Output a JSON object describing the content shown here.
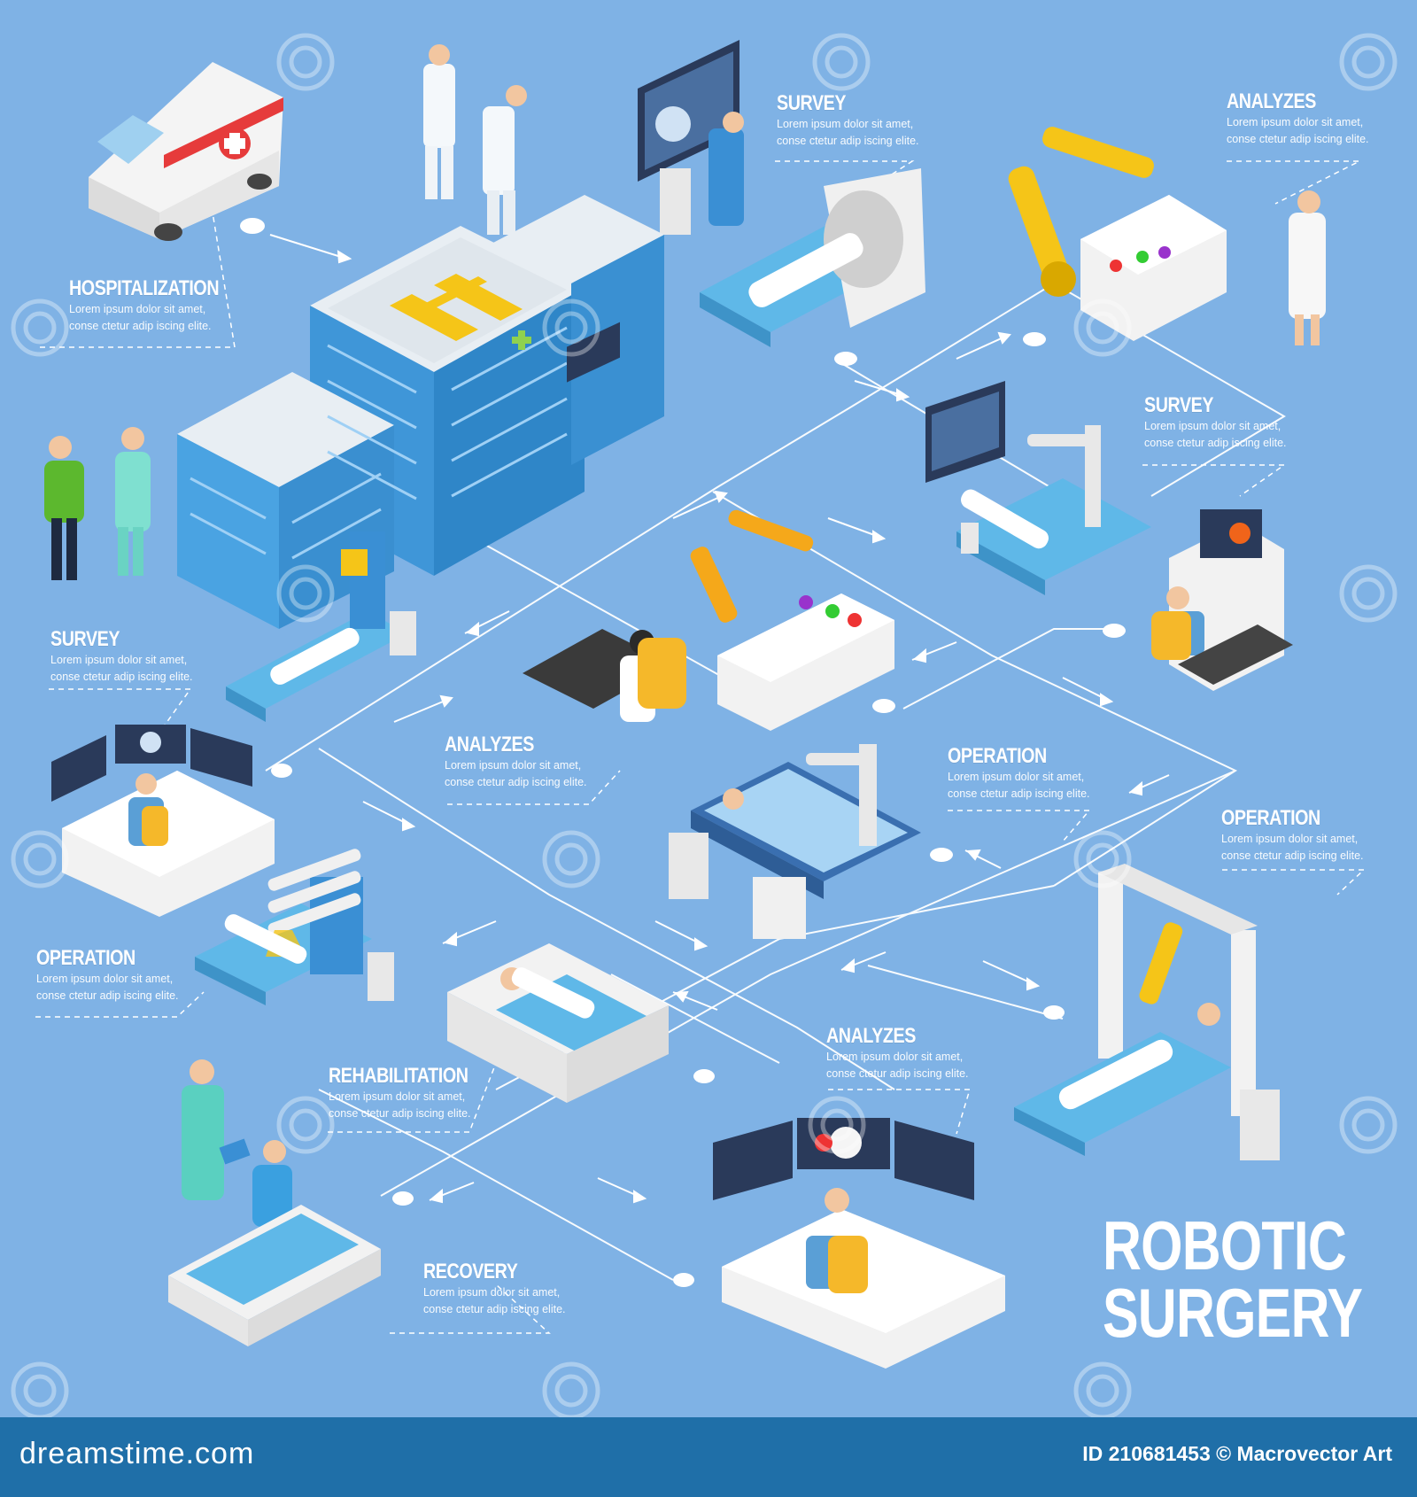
{
  "title": {
    "line1": "ROBOTIC",
    "line2": "SURGERY"
  },
  "steps": [
    {
      "id": "hospitalization",
      "title": "HOSPITALIZATION",
      "desc1": "Lorem ipsum dolor sit amet,",
      "desc2": "conse ctetur adip iscing elite."
    },
    {
      "id": "survey-top",
      "title": "SURVEY",
      "desc1": "Lorem ipsum dolor sit amet,",
      "desc2": "conse ctetur adip iscing elite."
    },
    {
      "id": "analyzes-top",
      "title": "ANALYZES",
      "desc1": "Lorem ipsum dolor sit amet,",
      "desc2": "conse ctetur adip iscing elite."
    },
    {
      "id": "survey-right",
      "title": "SURVEY",
      "desc1": "Lorem ipsum dolor sit amet,",
      "desc2": "conse ctetur adip iscing elite."
    },
    {
      "id": "survey-left",
      "title": "SURVEY",
      "desc1": "Lorem ipsum dolor sit amet,",
      "desc2": "conse ctetur adip iscing elite."
    },
    {
      "id": "analyzes-center",
      "title": "ANALYZES",
      "desc1": "Lorem ipsum dolor sit amet,",
      "desc2": "conse ctetur adip iscing elite."
    },
    {
      "id": "operation-center",
      "title": "OPERATION",
      "desc1": "Lorem ipsum dolor sit amet,",
      "desc2": "conse ctetur adip iscing elite."
    },
    {
      "id": "operation-right",
      "title": "OPERATION",
      "desc1": "Lorem ipsum dolor sit amet,",
      "desc2": "conse ctetur adip iscing elite."
    },
    {
      "id": "operation-left",
      "title": "OPERATION",
      "desc1": "Lorem ipsum dolor sit amet,",
      "desc2": "conse ctetur adip iscing elite."
    },
    {
      "id": "rehabilitation",
      "title": "REHABILITATION",
      "desc1": "Lorem ipsum dolor sit amet,",
      "desc2": "conse ctetur adip iscing elite."
    },
    {
      "id": "analyzes-bottom",
      "title": "ANALYZES",
      "desc1": "Lorem ipsum dolor sit amet,",
      "desc2": "conse ctetur adip iscing elite."
    },
    {
      "id": "recovery",
      "title": "RECOVERY",
      "desc1": "Lorem ipsum dolor sit amet,",
      "desc2": "conse ctetur adip iscing elite."
    }
  ],
  "footer": {
    "site": "dreamstime.com",
    "id_text": "ID 210681453 © Macrovector Art"
  },
  "colors": {
    "background": "#7fb2e5",
    "footer": "#1f6fa8",
    "text": "#ffffff",
    "accent_yellow": "#f5c518",
    "bed_blue": "#5fb8e8"
  }
}
